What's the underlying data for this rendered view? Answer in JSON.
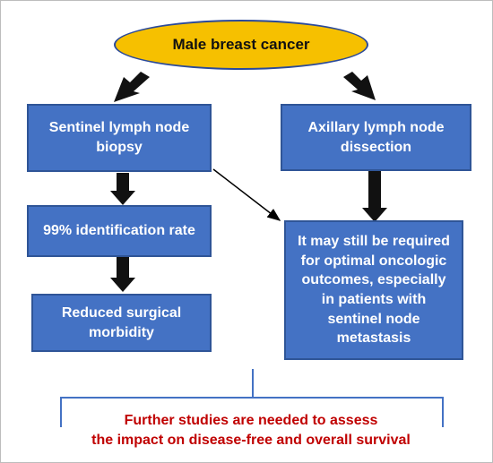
{
  "root": {
    "label": "Male breast cancer"
  },
  "left": {
    "box1": "Sentinel lymph node biopsy",
    "box2": "99% identification rate",
    "box3": "Reduced surgical morbidity"
  },
  "right": {
    "box1": "Axillary lymph node dissection",
    "box2": "It may still be required for optimal oncologic outcomes, especially in patients with sentinel node metastasis"
  },
  "footer": {
    "line1": "Further studies are needed to assess",
    "line2": "the impact on disease-free and overall survival"
  },
  "colors": {
    "ellipse_fill": "#f6c000",
    "box_fill": "#4472c4",
    "footer_text": "#c00000",
    "bracket": "#4472c4"
  }
}
